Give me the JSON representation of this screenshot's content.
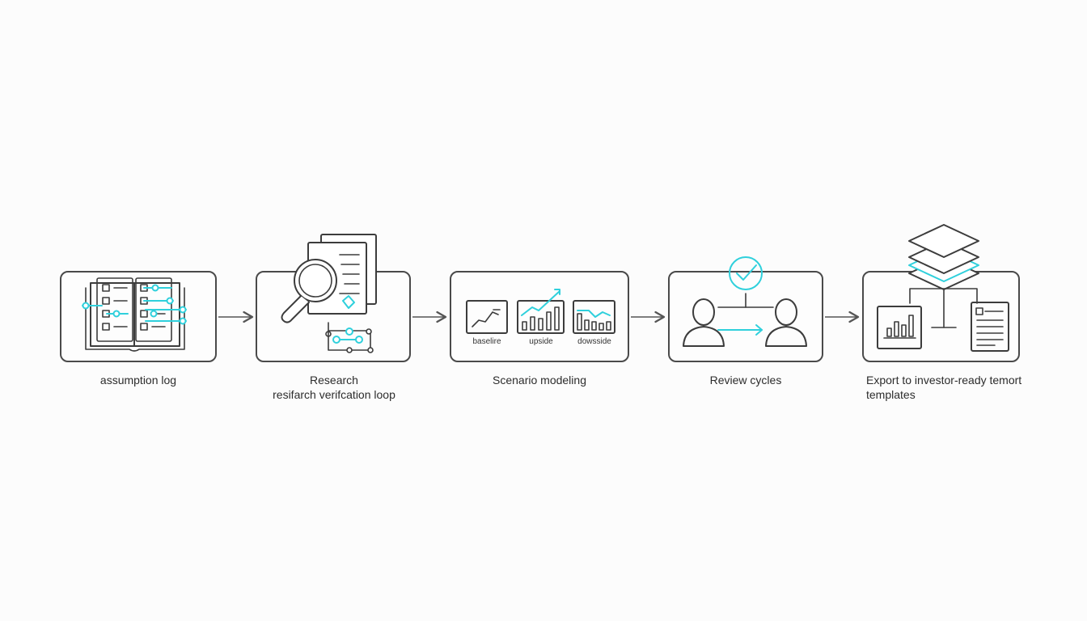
{
  "accent_color": "#2fd0dc",
  "line_color": "#3c3c3c",
  "steps": [
    {
      "icon": "open-book-icon",
      "label_lines": [
        "assumption log"
      ]
    },
    {
      "icon": "magnifier-documents-icon",
      "label_lines": [
        "Research",
        "resifarch verifcation loop"
      ]
    },
    {
      "icon": "scenario-charts-icon",
      "label_lines": [
        "Scenario modeling"
      ],
      "panels": [
        "baselire",
        "upside",
        "dowsside"
      ]
    },
    {
      "icon": "people-review-icon",
      "label_lines": [
        "Review cycles"
      ]
    },
    {
      "icon": "stacked-layers-export-icon",
      "label_lines": [
        "Export to investor-ready temort",
        "templates"
      ]
    }
  ]
}
